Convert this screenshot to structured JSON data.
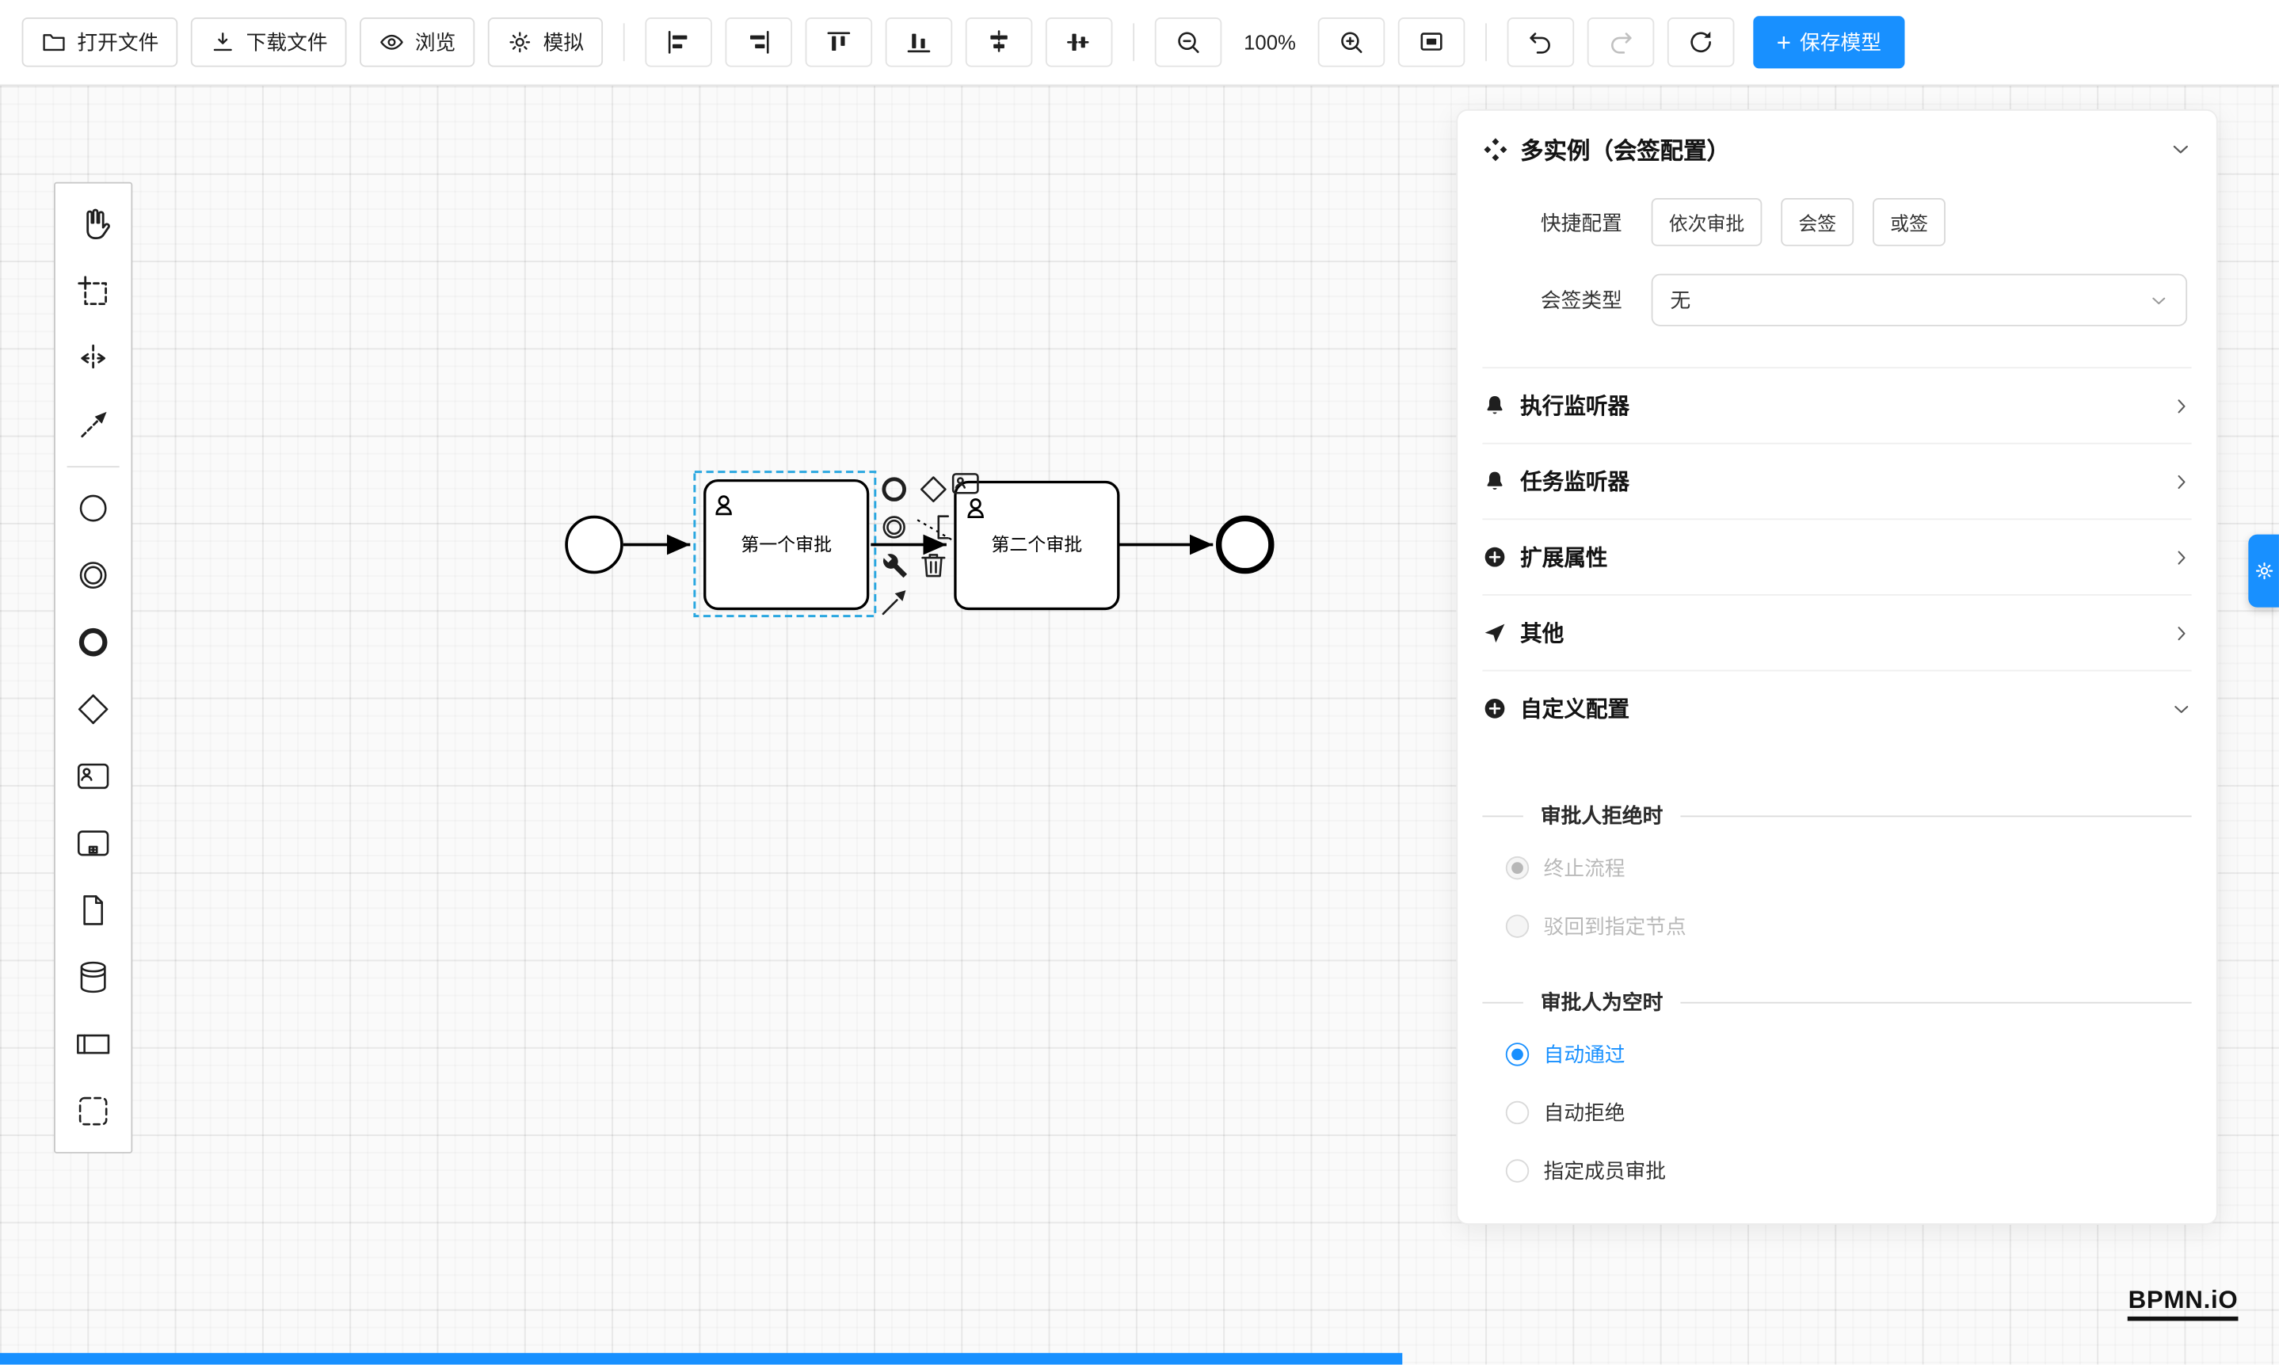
{
  "colors": {
    "accent": "#1890ff",
    "selection_outline": "#2aa7e0"
  },
  "toolbar": {
    "open_file": "打开文件",
    "download_file": "下载文件",
    "preview": "浏览",
    "simulate": "模拟",
    "zoom_level": "100%",
    "save_plus": "+",
    "save_model": "保存模型"
  },
  "icons": {
    "toolbar": [
      "folder-open-icon",
      "download-icon",
      "eye-icon",
      "gear-run-icon",
      "align-left-icon",
      "align-right-icon",
      "align-top-icon",
      "align-bottom-icon",
      "align-center-horizontal-icon",
      "align-center-vertical-icon",
      "zoom-out-icon",
      "zoom-in-icon",
      "fit-viewport-icon",
      "undo-icon",
      "redo-icon",
      "restart-icon"
    ],
    "palette": [
      "hand-tool-icon",
      "lasso-tool-icon",
      "space-tool-icon",
      "global-connect-icon",
      "start-event-icon",
      "intermediate-event-icon",
      "end-event-icon",
      "gateway-icon",
      "user-task-icon",
      "subprocess-icon",
      "data-object-icon",
      "data-store-icon",
      "participant-icon",
      "group-icon"
    ],
    "context_pad": [
      "append-end-event-icon",
      "append-gateway-icon",
      "append-user-task-icon",
      "append-intermediate-event-icon",
      "text-annotation-icon",
      "wrench-icon",
      "trash-icon",
      "connect-icon"
    ],
    "panel": [
      "multi-instance-icon",
      "bell-icon",
      "plus-circle-icon",
      "send-icon",
      "chevron-down-icon",
      "chevron-right-icon"
    ],
    "misc": [
      "gear-icon"
    ]
  },
  "canvas": {
    "task1_label": "第一个审批",
    "task2_label": "第二个审批"
  },
  "panel": {
    "title": "多实例（会签配置）",
    "quick_config_label": "快捷配置",
    "quick_options": [
      "依次审批",
      "会签",
      "或签"
    ],
    "sign_type_label": "会签类型",
    "sign_type_value": "无",
    "sections": [
      {
        "label": "执行监听器"
      },
      {
        "label": "任务监听器"
      },
      {
        "label": "扩展属性"
      },
      {
        "label": "其他"
      },
      {
        "label": "自定义配置"
      }
    ],
    "reject_group": {
      "title": "审批人拒绝时",
      "options": [
        {
          "label": "终止流程",
          "checked": true,
          "disabled": true
        },
        {
          "label": "驳回到指定节点",
          "checked": false,
          "disabled": true
        }
      ]
    },
    "empty_group": {
      "title": "审批人为空时",
      "options": [
        {
          "label": "自动通过",
          "checked": true
        },
        {
          "label": "自动拒绝",
          "checked": false
        },
        {
          "label": "指定成员审批",
          "checked": false
        }
      ]
    }
  },
  "logo": "BPMN.iO"
}
